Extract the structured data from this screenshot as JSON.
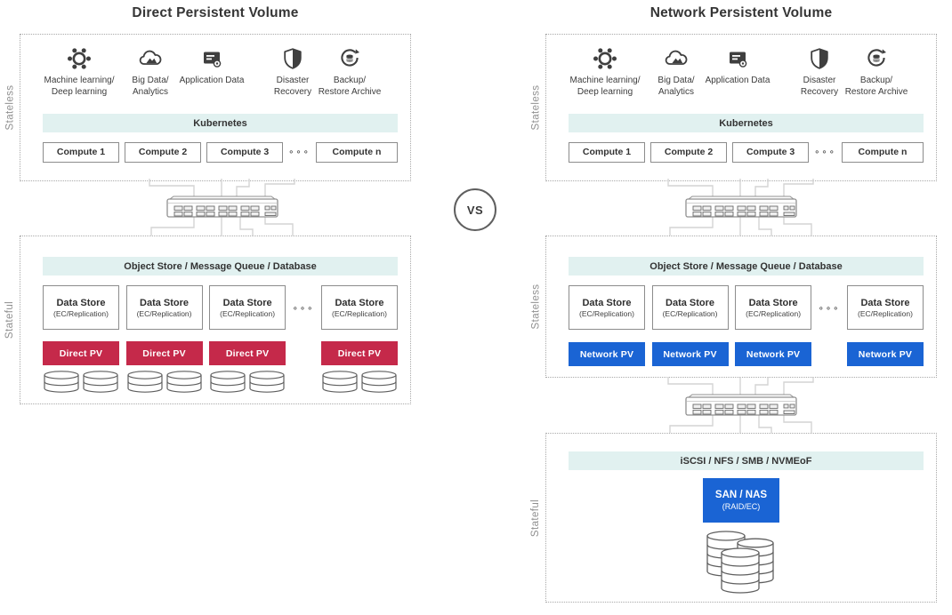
{
  "vs_badge": "VS",
  "colors": {
    "direct_pv": "#c5294a",
    "network_pv": "#1a64d4",
    "bar_teal": "#e1f1f0"
  },
  "left": {
    "title": "Direct Persistent Volume",
    "stateless": {
      "label": "Stateless",
      "workloads": [
        {
          "icon": "machine-learning-icon",
          "line1": "Machine learning/",
          "line2": "Deep learning"
        },
        {
          "icon": "big-data-icon",
          "line1": "Big Data/",
          "line2": "Analytics"
        },
        {
          "icon": "application-data-icon",
          "line1": "Application Data",
          "line2": ""
        },
        {
          "icon": "disaster-recovery-icon",
          "line1": "Disaster",
          "line2": "Recovery"
        },
        {
          "icon": "backup-restore-icon",
          "line1": "Backup/",
          "line2": "Restore Archive"
        }
      ],
      "platform": "Kubernetes",
      "compute": [
        "Compute 1",
        "Compute 2",
        "Compute 3"
      ],
      "compute_last": "Compute n",
      "ellipsis": "∘∘∘"
    },
    "stateful": {
      "label": "Stateful",
      "bar": "Object Store / Message Queue / Database",
      "store_title": "Data Store",
      "store_sub": "(EC/Replication)",
      "pv": "Direct PV",
      "ellipsis": "∘∘∘"
    }
  },
  "right": {
    "title": "Network Persistent Volume",
    "stateless": {
      "label": "Stateless",
      "workloads": [
        {
          "icon": "machine-learning-icon",
          "line1": "Machine learning/",
          "line2": "Deep learning"
        },
        {
          "icon": "big-data-icon",
          "line1": "Big Data/",
          "line2": "Analytics"
        },
        {
          "icon": "application-data-icon",
          "line1": "Application Data",
          "line2": ""
        },
        {
          "icon": "disaster-recovery-icon",
          "line1": "Disaster",
          "line2": "Recovery"
        },
        {
          "icon": "backup-restore-icon",
          "line1": "Backup/",
          "line2": "Restore Archive"
        }
      ],
      "platform": "Kubernetes",
      "compute": [
        "Compute 1",
        "Compute 2",
        "Compute 3"
      ],
      "compute_last": "Compute n",
      "ellipsis": "∘∘∘"
    },
    "middle": {
      "label": "Stateless",
      "bar": "Object Store / Message Queue / Database",
      "store_title": "Data Store",
      "store_sub": "(EC/Replication)",
      "pv": "Network PV",
      "ellipsis": "∘∘∘"
    },
    "stateful": {
      "label": "Stateful",
      "bar": "iSCSI / NFS / SMB / NVMEoF",
      "san_title": "SAN / NAS",
      "san_sub": "(RAID/EC)"
    }
  }
}
